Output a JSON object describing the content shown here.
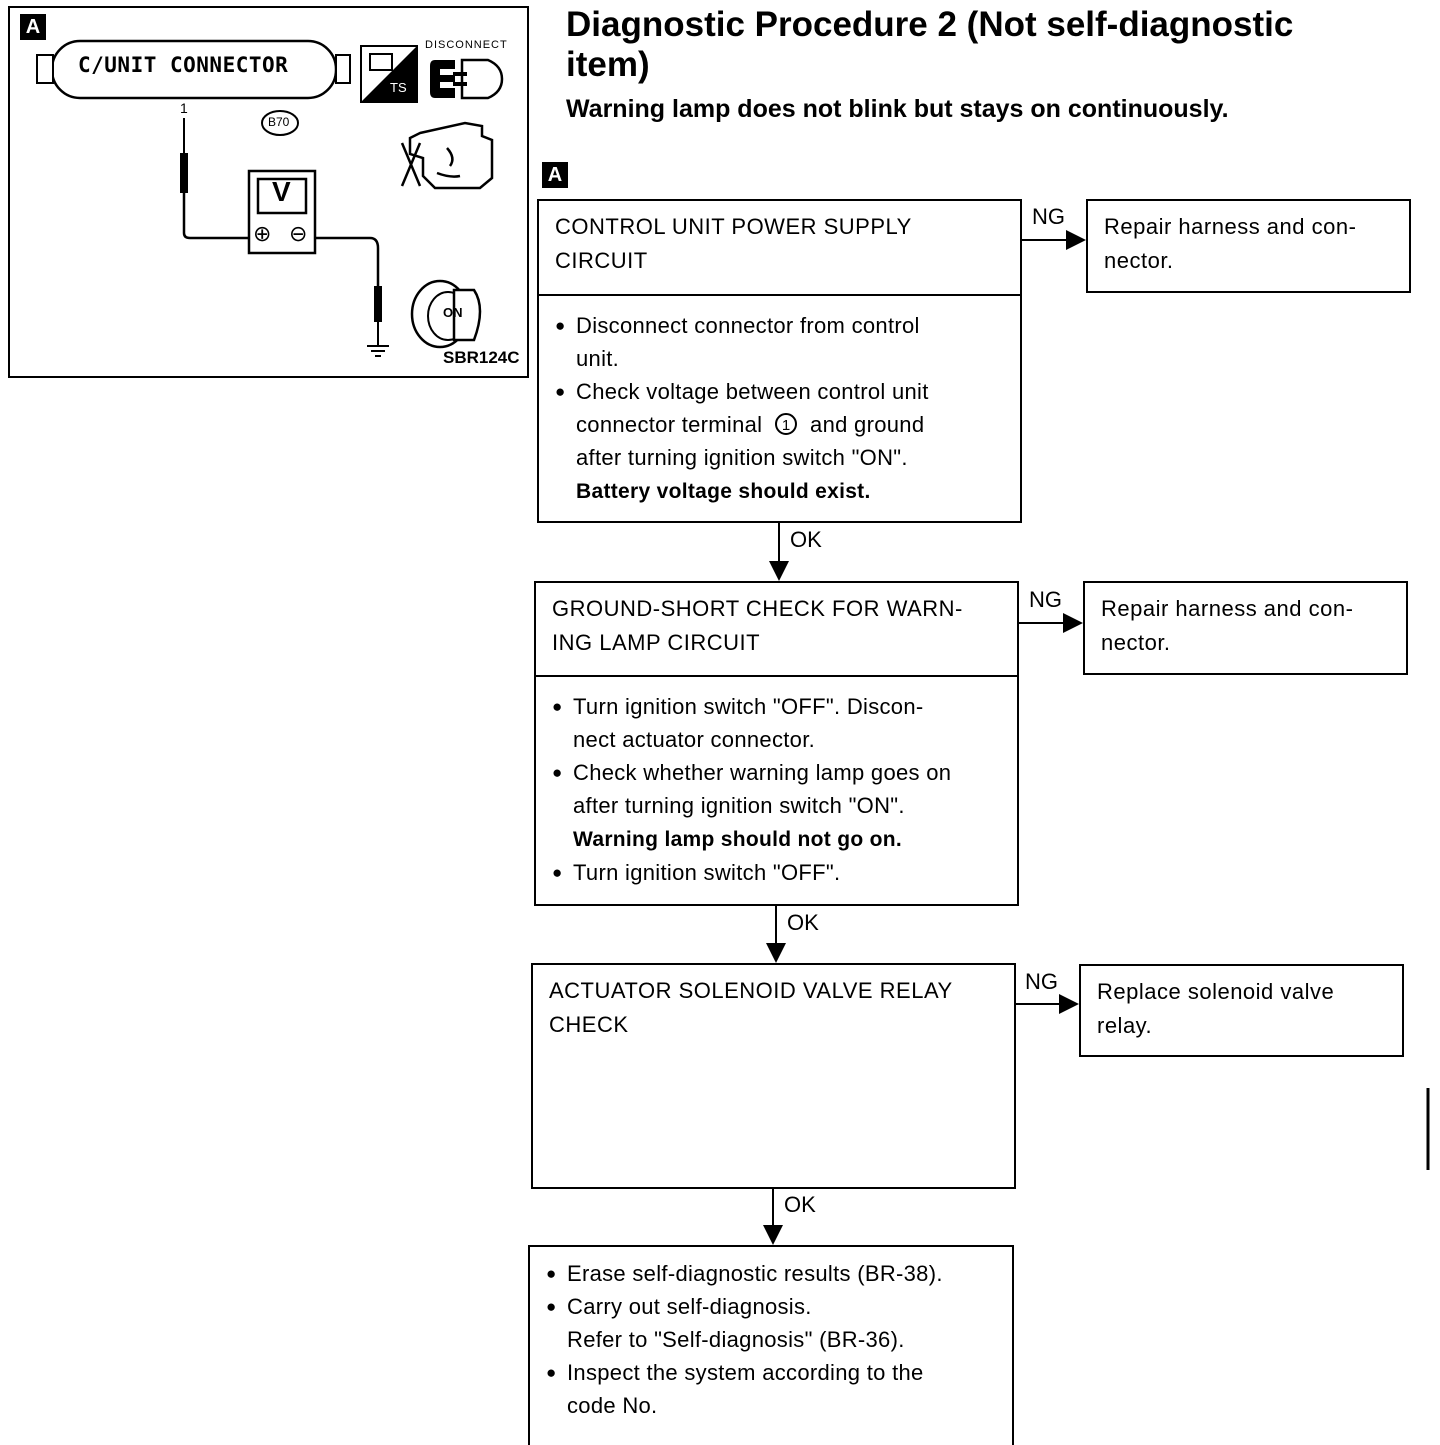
{
  "figure": {
    "tag": "A",
    "connector_label": "C/UNIT CONNECTOR",
    "terminal_number": "1",
    "connector_id": "B70",
    "meter_label": "V",
    "plus": "⊕",
    "minus": "⊖",
    "disconnect_label": "DISCONNECT",
    "ts_label": "TS",
    "switch_label": "ON",
    "figure_code": "SBR124C"
  },
  "header": {
    "title_line1": "Diagnostic Procedure 2 (Not self-diagnostic",
    "title_line2": "item)",
    "subtitle": "Warning lamp does not blink but stays on continuously."
  },
  "flow": {
    "tag": "A",
    "step1": {
      "title_line1": "CONTROL UNIT POWER SUPPLY",
      "title_line2": "CIRCUIT",
      "b1_line1": "Disconnect connector from control",
      "b1_line2": "unit.",
      "b2_line1": "Check voltage between control unit",
      "b2_line2a": "connector terminal",
      "b2_circled": "1",
      "b2_line2b": "and ground",
      "b2_line3": "after turning ignition switch \"ON\".",
      "b2_bold": "Battery voltage should exist.",
      "ng": "NG",
      "ng_line1": "Repair harness and con-",
      "ng_line2": "nector.",
      "ok": "OK"
    },
    "step2": {
      "title_line1": "GROUND-SHORT CHECK FOR WARN-",
      "title_line2": "ING LAMP CIRCUIT",
      "b1_line1": "Turn ignition switch \"OFF\". Discon-",
      "b1_line2": "nect actuator connector.",
      "b2_line1": "Check whether warning lamp goes on",
      "b2_line2": "after turning ignition switch \"ON\".",
      "b2_bold": "Warning lamp should not go on.",
      "b3_line1": "Turn ignition switch \"OFF\".",
      "ng": "NG",
      "ng_line1": "Repair harness and con-",
      "ng_line2": "nector.",
      "ok": "OK"
    },
    "step3": {
      "title_line1": "ACTUATOR SOLENOID VALVE RELAY",
      "title_line2": "CHECK",
      "ng": "NG",
      "ng_line1": "Replace solenoid valve",
      "ng_line2": "relay.",
      "ok": "OK"
    },
    "step4": {
      "b1_line1": "Erase self-diagnostic results (BR-38).",
      "b2_line1": "Carry out self-diagnosis.",
      "b2_line2": "Refer to \"Self-diagnosis\" (BR-36).",
      "b3_line1": "Inspect the system according to the",
      "b3_line2": "code No."
    }
  }
}
